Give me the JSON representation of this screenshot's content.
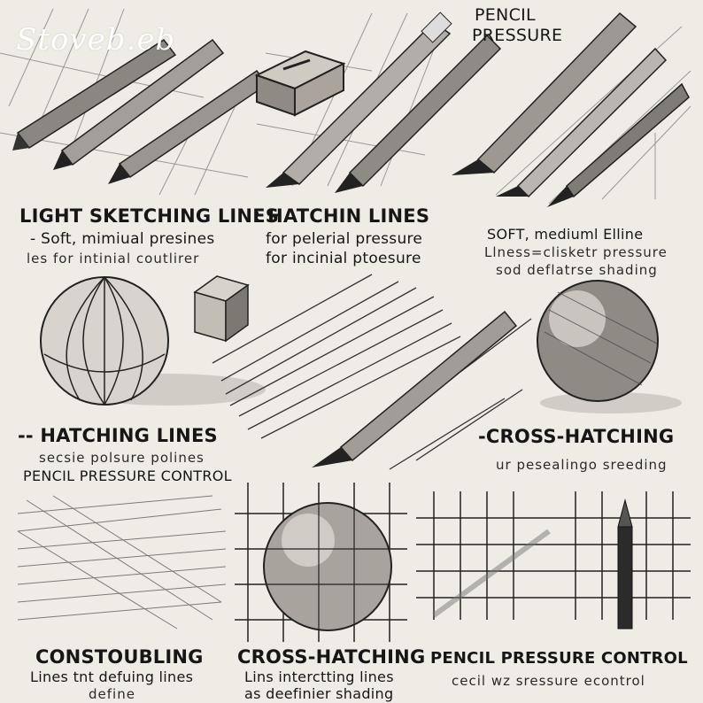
{
  "watermark": "Stoveb.eb",
  "header": {
    "line1": "PENCIL",
    "line2": "PRESSURE"
  },
  "panels": {
    "light_sketching": {
      "title": "LIGHT SKETCHING LINES",
      "line1": "- Soft, mimiual presines",
      "line2": "les for intinial coutlirer"
    },
    "hatchin": {
      "title": ": HATCHIN LINES",
      "line1": "for pelerial pressure",
      "line2": "for incinial ptoesure"
    },
    "soft_medium": {
      "line1": "SOFT, mediuml Elline",
      "line2": "Llness=clisketr pressure",
      "line3": "sod deflatrse shading"
    },
    "hatching_lines": {
      "title": "-- HATCHING LINES",
      "line1": "secsie polsure polines",
      "line2": "PENCIL PRESSURE CONTROL"
    },
    "cross_hatching_mid": {
      "title": "-CROSS-HATCHING",
      "line1": "ur pesealingo sreeding"
    },
    "constoubling": {
      "title": "CONSTOUBLING",
      "line1": "Lines tnt defuing lines",
      "line2": "define"
    },
    "cross_hatching_bottom": {
      "title": "CROSS-HATCHING",
      "line1": "Lins interctting lines",
      "line2": "as deefinier shading"
    },
    "pressure_control": {
      "title": "PENCIL PRESSURE CONTROL",
      "line1": "cecil wz sressure econtrol"
    }
  },
  "colors": {
    "paper": "#efece6",
    "ink": "#161616",
    "watermark": "#ffffff"
  }
}
